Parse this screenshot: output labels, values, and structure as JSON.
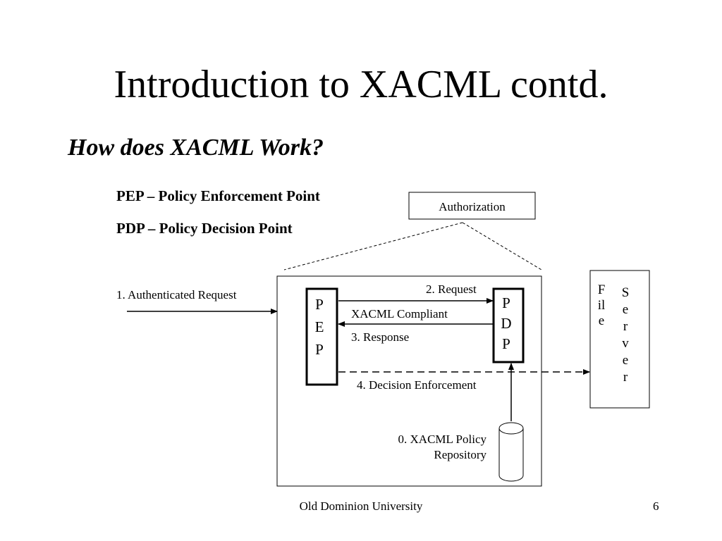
{
  "slide": {
    "title": "Introduction to XACML contd.",
    "subtitle": "How does XACML Work?",
    "definitions": [
      "PEP – Policy Enforcement Point",
      "PDP – Policy Decision Point"
    ]
  },
  "diagram": {
    "authorization_label": "Authorization",
    "authenticated_request": "1. Authenticated Request",
    "request": "2. Request",
    "xacml_compliant": "XACML Compliant",
    "response": "3. Response",
    "decision_enforcement": "4. Decision Enforcement",
    "policy_repository": [
      "0. XACML Policy",
      "Repository"
    ],
    "pep_letters": [
      "P",
      "E",
      "P"
    ],
    "pdp_letters": [
      "P",
      "D",
      "P"
    ],
    "file_letters": [
      "F",
      "il",
      "e"
    ],
    "server_letters": [
      "S",
      "e",
      "r",
      "v",
      "e",
      "r"
    ]
  },
  "footer": {
    "organization": "Old Dominion University",
    "page_number": "6"
  }
}
